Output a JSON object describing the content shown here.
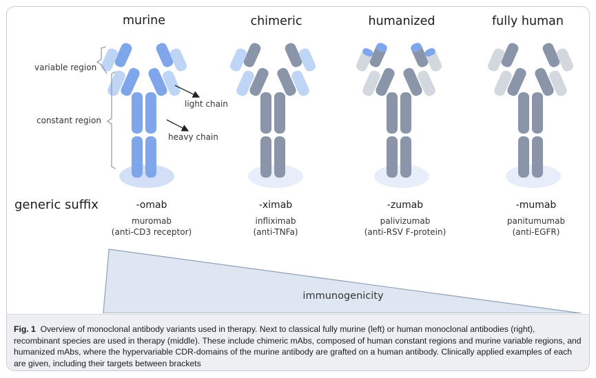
{
  "columns": [
    {
      "title": "murine",
      "suffix": "-omab",
      "example": "muromab",
      "target": "(anti-CD3 receptor)"
    },
    {
      "title": "chimeric",
      "suffix": "-ximab",
      "example": "infliximab",
      "target": "(anti-TNFa)"
    },
    {
      "title": "humanized",
      "suffix": "-zumab",
      "example": "palivizumab",
      "target": "(anti-RSV F-protein)"
    },
    {
      "title": "fully human",
      "suffix": "-mumab",
      "example": "panitumumab",
      "target": "(anti-EGFR)"
    }
  ],
  "labels": {
    "variable_region": "variable region",
    "constant_region": "constant region",
    "light_chain": "light chain",
    "heavy_chain": "heavy chain",
    "generic_suffix": "generic suffix",
    "immunogenicity": "immunogenicity"
  },
  "colors": {
    "murine_dark": "#7fa6ea",
    "murine_light": "#bfd5f6",
    "human_dark": "#8a95a9",
    "human_light": "#d3d7de",
    "cdr_tip": "#7fa6ea",
    "wedge_fill": "#dde6f1",
    "wedge_stroke": "#8f9fb5"
  },
  "caption": {
    "label": "Fig. 1",
    "text": "Overview of monoclonal antibody variants used in therapy. Next to classical fully murine (left) or human monoclonal antibodies (right), recombinant species are used in therapy (middle). These include chimeric mAbs, composed of human constant regions and murine variable regions, and humanized mAbs, where the hypervariable CDR-domains of the murine antibody are grafted on a human antibody. Clinically applied examples of each are given, including their targets between brackets"
  }
}
